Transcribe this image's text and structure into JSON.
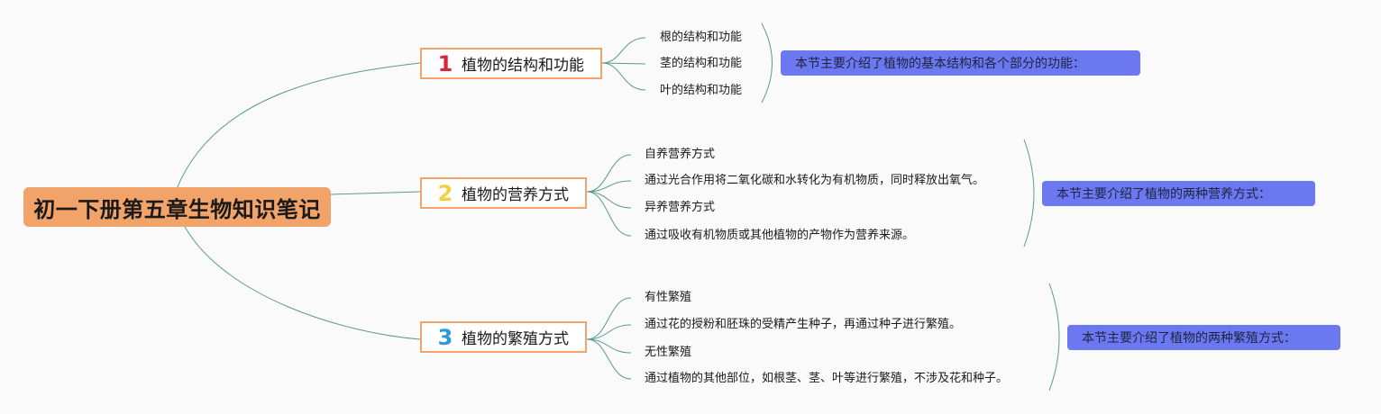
{
  "root": {
    "title": "初一下册第五章生物知识笔记"
  },
  "topics": [
    {
      "number": "1",
      "number_color": "#d7263d",
      "label": "植物的结构和功能",
      "items": [
        "根的结构和功能",
        "茎的结构和功能",
        "叶的结构和功能"
      ],
      "summary": "本节主要介绍了植物的基本结构和各个部分的功能："
    },
    {
      "number": "2",
      "number_color": "#f4cf3a",
      "label": "植物的营养方式",
      "items": [
        "自养营养方式",
        "通过光合作用将二氧化碳和水转化为有机物质，同时释放出氧气。",
        "异养营养方式",
        "通过吸收有机物质或其他植物的产物作为营养来源。"
      ],
      "summary": "本节主要介绍了植物的两种营养方式："
    },
    {
      "number": "3",
      "number_color": "#2d9ad8",
      "label": "植物的繁殖方式",
      "items": [
        "有性繁殖",
        "通过花的授粉和胚珠的受精产生种子，再通过种子进行繁殖。",
        "无性繁殖",
        "通过植物的其他部位，如根茎、茎、叶等进行繁殖，不涉及花和种子。"
      ],
      "summary": "本节主要介绍了植物的两种繁殖方式："
    }
  ],
  "colors": {
    "connector": "#5b9c8a",
    "root_fill": "#f2a36a",
    "topic_border": "#f0a36b",
    "summary_fill": "#6b78f0"
  }
}
